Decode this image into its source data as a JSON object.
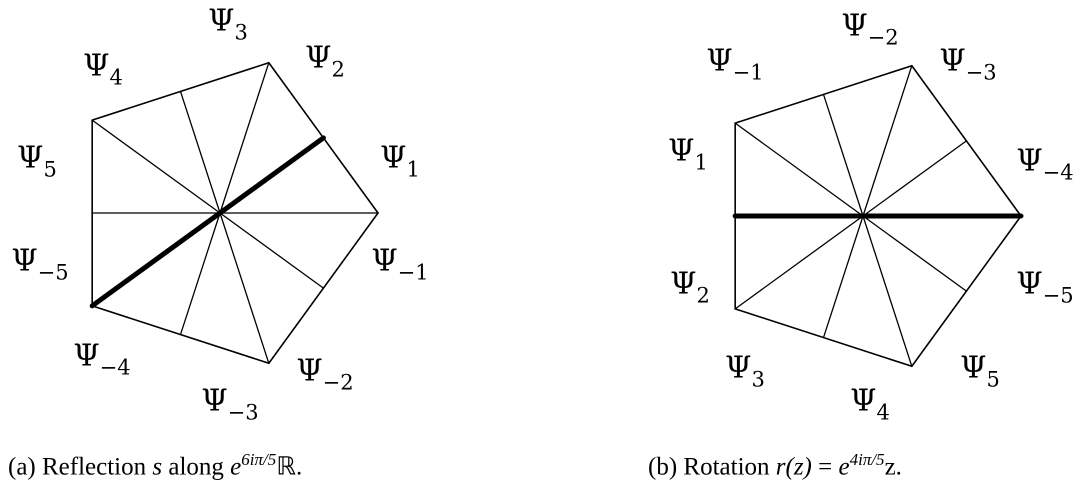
{
  "symbol": "Ψ",
  "diagram_a": {
    "labels": [
      "3",
      "2",
      "4",
      "5",
      "1",
      "−5",
      "−1",
      "−4",
      "−2",
      "−3"
    ],
    "caption": {
      "prefix": "(a)  Reflection ",
      "var": "s",
      "mid": " along ",
      "base": "e",
      "exp": "6iπ/5",
      "suffix": "ℝ."
    }
  },
  "diagram_b": {
    "labels": [
      "−2",
      "−1",
      "−3",
      "1",
      "−4",
      "2",
      "−5",
      "3",
      "5",
      "4"
    ],
    "caption": {
      "prefix": "(b) Rotation ",
      "var": "r(z)",
      "mid": " = ",
      "base": "e",
      "exp": "4iπ/5",
      "suffix": "z."
    }
  }
}
